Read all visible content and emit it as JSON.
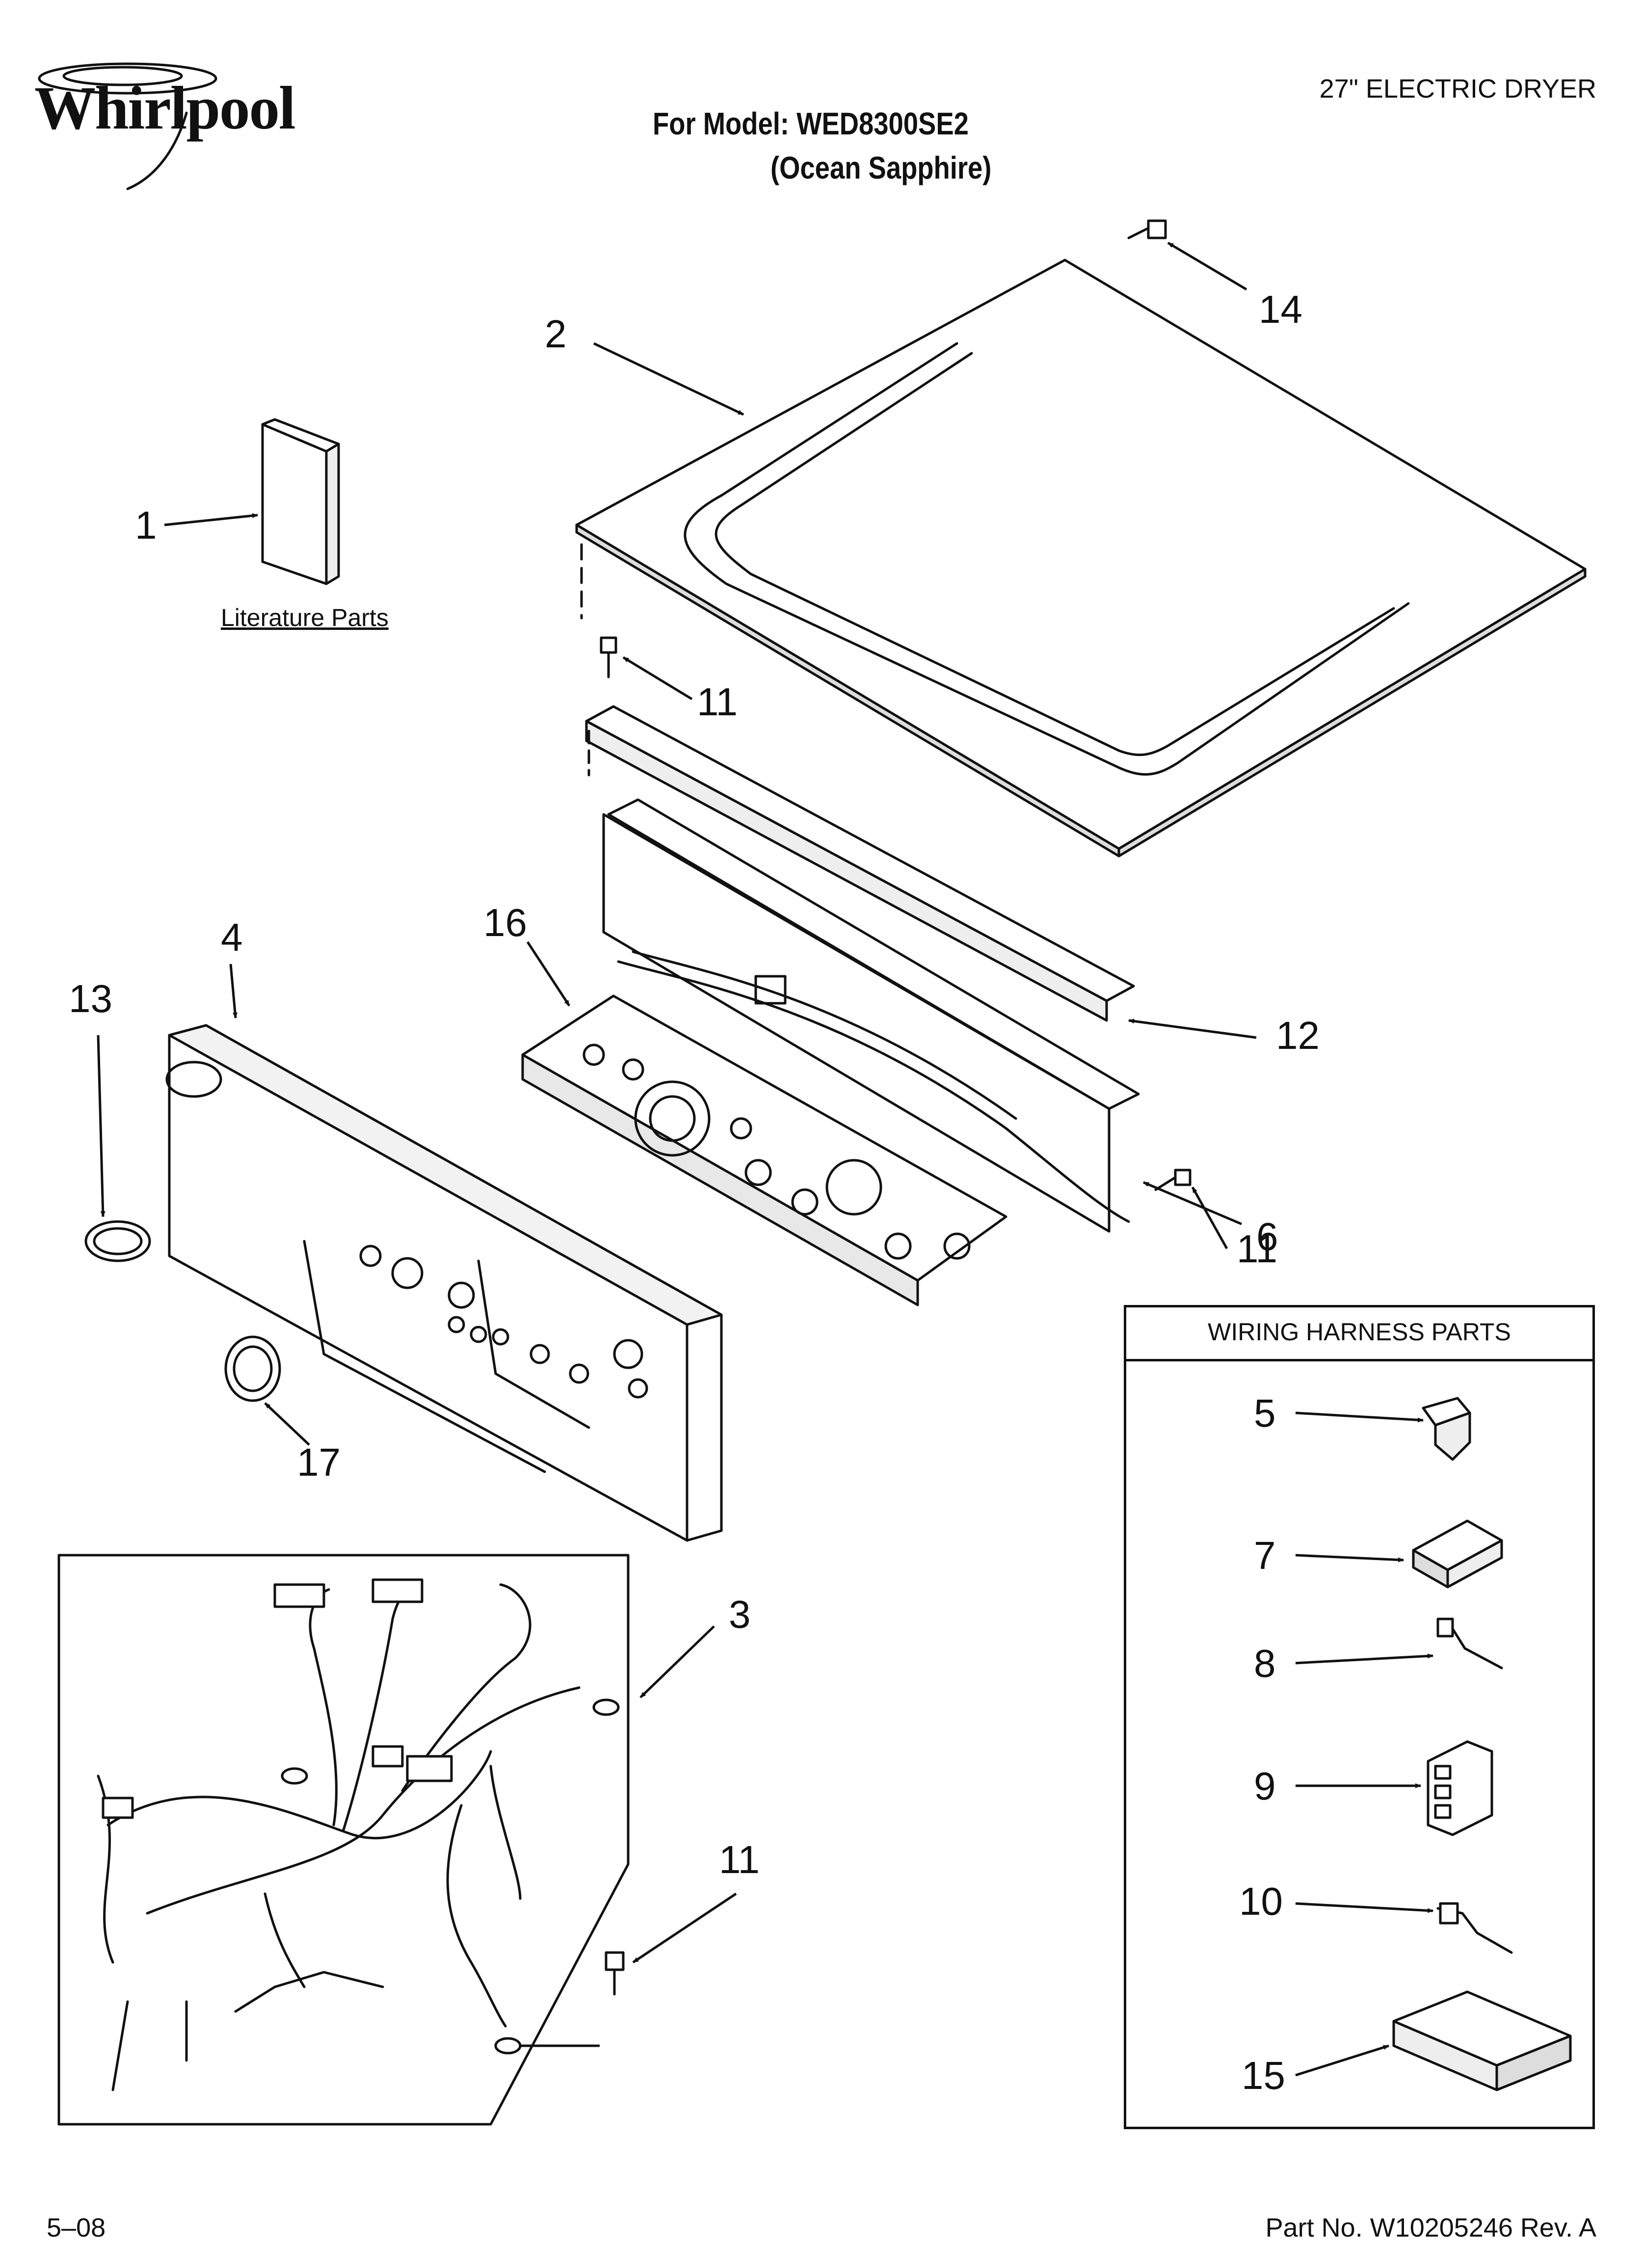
{
  "header": {
    "brand": "Whirlpool",
    "product": "27\" ELECTRIC DRYER",
    "model_line": "For Model: WED8300SE2",
    "color_line": "(Ocean Sapphire)"
  },
  "literature_label": "Literature Parts",
  "harness_box": {
    "title": "WIRING HARNESS PARTS"
  },
  "callouts": [
    {
      "id": "c1",
      "label": "1"
    },
    {
      "id": "c2",
      "label": "2"
    },
    {
      "id": "c3",
      "label": "3"
    },
    {
      "id": "c4",
      "label": "4"
    },
    {
      "id": "c5",
      "label": "5"
    },
    {
      "id": "c6",
      "label": "6"
    },
    {
      "id": "c7",
      "label": "7"
    },
    {
      "id": "c8",
      "label": "8"
    },
    {
      "id": "c9",
      "label": "9"
    },
    {
      "id": "c10",
      "label": "10"
    },
    {
      "id": "c11a",
      "label": "11"
    },
    {
      "id": "c11b",
      "label": "11"
    },
    {
      "id": "c11c",
      "label": "11"
    },
    {
      "id": "c12",
      "label": "12"
    },
    {
      "id": "c13",
      "label": "13"
    },
    {
      "id": "c14",
      "label": "14"
    },
    {
      "id": "c15",
      "label": "15"
    },
    {
      "id": "c16",
      "label": "16"
    },
    {
      "id": "c17",
      "label": "17"
    }
  ],
  "footer": {
    "date": "5–08",
    "part_number": "Part No. W10205246 Rev. A"
  }
}
